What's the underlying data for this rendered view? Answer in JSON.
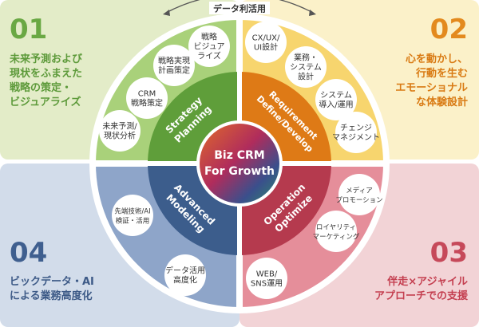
{
  "top_label": "データ利活用",
  "center": {
    "line1": "Biz CRM",
    "line2": "For Growth"
  },
  "quadrants": [
    {
      "number": "01",
      "desc": [
        "未来予測および",
        "現状をふまえた",
        "戦略の策定・",
        "ビジュアライズ"
      ],
      "sector": [
        "Strategy",
        "Planning"
      ],
      "color": "#6aa844"
    },
    {
      "number": "02",
      "desc": [
        "心を動かし、",
        "行動を生む",
        "エモーショナル",
        "な体験設計"
      ],
      "sector": [
        "Requirement",
        "Define/Develop"
      ],
      "color": "#e38a1e"
    },
    {
      "number": "03",
      "desc": [
        "伴走×アジャイル",
        "アプローチでの支援"
      ],
      "sector": [
        "Operation",
        "Optimize"
      ],
      "color": "#c6495a"
    },
    {
      "number": "04",
      "desc": [
        "ビックデータ・AI",
        "による業務高度化"
      ],
      "sector": [
        "Advanced",
        "Modeling"
      ],
      "color": "#3f5f8f"
    }
  ],
  "items": [
    {
      "lines": [
        "戦略",
        "ビジュア",
        "ライズ"
      ]
    },
    {
      "lines": [
        "戦略実現",
        "計画策定"
      ]
    },
    {
      "lines": [
        "CRM",
        "戦略策定"
      ]
    },
    {
      "lines": [
        "未来予測/",
        "現状分析"
      ]
    },
    {
      "lines": [
        "CX/UX/",
        "UI設計"
      ]
    },
    {
      "lines": [
        "業務・",
        "システム",
        "設計"
      ]
    },
    {
      "lines": [
        "システム",
        "導入/運用"
      ]
    },
    {
      "lines": [
        "チェンジ",
        "マネジメント"
      ]
    },
    {
      "lines": [
        "メディア",
        "プロモーション"
      ]
    },
    {
      "lines": [
        "ロイヤリティ",
        "マーケティング"
      ]
    },
    {
      "lines": [
        "WEB/",
        "SNS運用"
      ]
    },
    {
      "lines": [
        "先端技術/AI",
        "検証・活用"
      ]
    },
    {
      "lines": [
        "データ活用",
        "高度化"
      ]
    }
  ]
}
